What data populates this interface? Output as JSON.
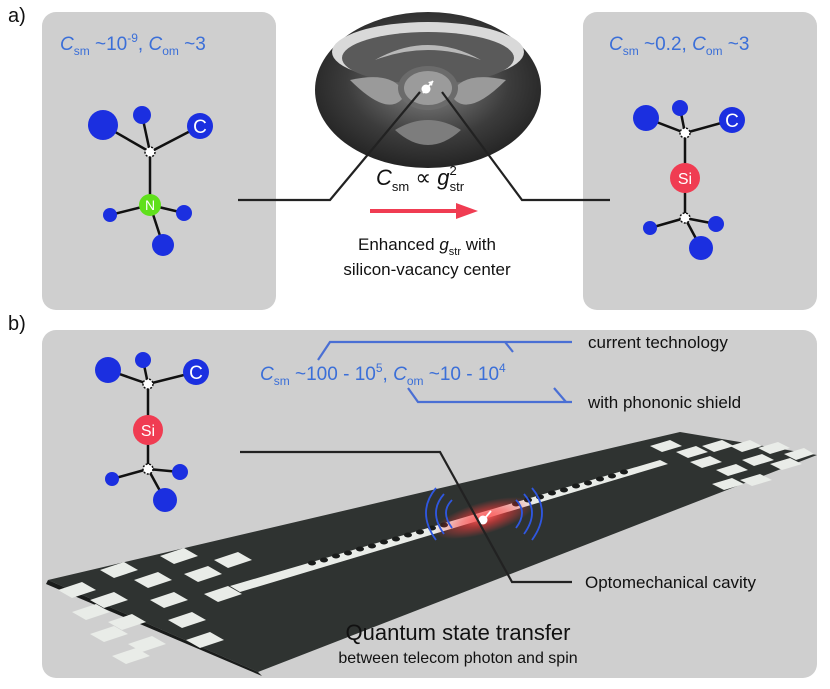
{
  "panel_a": {
    "tag": "a)",
    "left_formula": {
      "c1": "C",
      "s1": "sm",
      "t1": " ~10",
      "sup1": "-9",
      "t2": ", ",
      "c2": "C",
      "s2": "om",
      "t3": " ~3"
    },
    "right_formula": {
      "c1": "C",
      "s1": "sm",
      "t1": " ~0.2, ",
      "c2": "C",
      "s2": "om",
      "t3": " ~3"
    },
    "left_center_atom": "N",
    "right_center_atom": "Si",
    "carbon_atom": "C",
    "prop": {
      "c": "C",
      "s": "sm",
      "sym": " ∝ ",
      "g": "g",
      "gsup": "2",
      "gsub": "str"
    },
    "caption_line1_pre": "Enhanced ",
    "caption_g": "g",
    "caption_gsub": "str",
    "caption_line1_post": " with",
    "caption_line2": "silicon-vacancy center"
  },
  "panel_b": {
    "tag": "b)",
    "center_atom": "Si",
    "carbon_atom": "C",
    "formula": {
      "c1": "C",
      "s1": "sm",
      "t1": " ~100 - 10",
      "sup1": "5",
      "t2": ", ",
      "c2": "C",
      "s2": "om",
      "t3": " ~10 - 10",
      "sup2": "4"
    },
    "current_tech": "current technology",
    "phononic_shield": "with phononic shield",
    "cavity_label": "Optomechanical cavity",
    "title": "Quantum state transfer",
    "subtitle": "between telecom photon and spin"
  },
  "colors": {
    "panel_bg": "#cfcfcf",
    "formula_blue": "#3b6fd8",
    "atom_blue": "#1b2fe0",
    "nitrogen": "#5fe01b",
    "silicon": "#f03c52",
    "arrow": "#f03c52",
    "device_dark": "#2f3331",
    "device_light": "#e9ece8"
  }
}
